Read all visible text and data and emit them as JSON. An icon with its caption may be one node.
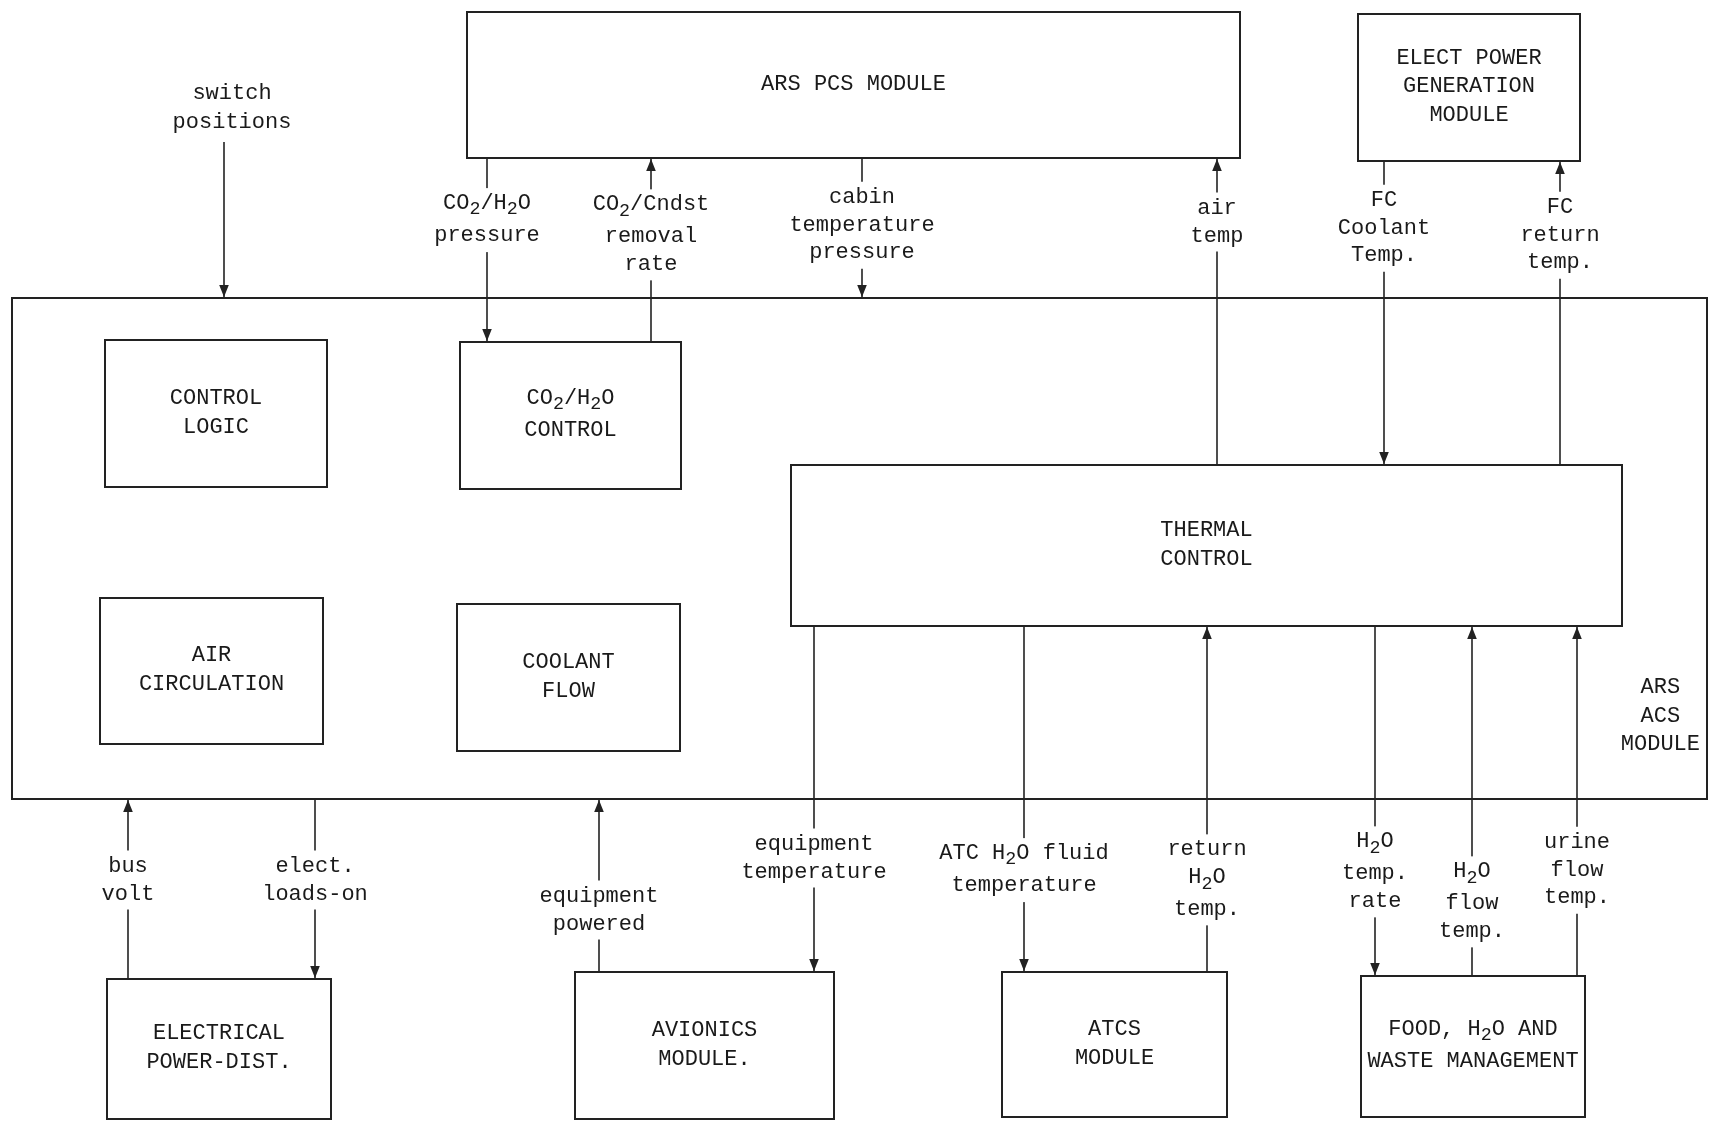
{
  "diagram": {
    "nodes": [
      {
        "text": [
          "ARS PCS MODULE"
        ]
      },
      {
        "text": [
          "ELECT POWER GENERATION MODULE"
        ]
      },
      {
        "text": [
          "switch positions"
        ]
      },
      {
        "text": [
          "ARS ACS MODULE"
        ]
      },
      {
        "text": [
          "CONTROL LOGIC"
        ],
        "in": 3
      },
      {
        "text": [
          "CO$_{2}$/H$_{2}$O CONTROL"
        ],
        "in": 3
      },
      {
        "text": [
          "THERMAL CONTROL"
        ],
        "in": 3
      },
      {
        "text": [
          "AIR CIRCULATION"
        ],
        "in": 3
      },
      {
        "text": [
          "COOLANT FLOW"
        ],
        "in": 3
      },
      {
        "text": [
          "ELECTRICAL POWER-DIST."
        ]
      },
      {
        "text": [
          "AVIONICS MODULE."
        ]
      },
      {
        "text": [
          "ATCS MODULE"
        ]
      },
      {
        "text": [
          "FOOD, H$_{2}$O AND WASTE MANAGEMENT"
        ]
      }
    ],
    "edges": [
      {
        "from": 2,
        "to": 3,
        "arrow": "to"
      },
      {
        "from": 0,
        "to": 5,
        "arrow": "to",
        "label": "CO$_{2}$/H$_{2}$O pressure"
      },
      {
        "from": 5,
        "to": 0,
        "arrow": "to",
        "label": "CO$_{2}$/Cndst removal rate"
      },
      {
        "from": 0,
        "to": 3,
        "arrow": "to",
        "label": "cabin temperature pressure"
      },
      {
        "from": 6,
        "to": 0,
        "arrow": "to",
        "label": "air temp"
      },
      {
        "from": 1,
        "to": 6,
        "arrow": "to",
        "label": "FC Coolant Temp."
      },
      {
        "from": 6,
        "to": 1,
        "arrow": "to",
        "label": "FC return temp."
      },
      {
        "from": 9,
        "to": 3,
        "arrow": "to",
        "label": "bus volt"
      },
      {
        "from": 3,
        "to": 9,
        "arrow": "to",
        "label": "elect. loads-on"
      },
      {
        "from": 10,
        "to": 3,
        "arrow": "to",
        "label": "equipment powered"
      },
      {
        "from": 6,
        "to": 10,
        "arrow": "to",
        "label": "equipment temperature"
      },
      {
        "from": 6,
        "to": 11,
        "arrow": "to",
        "label": "ATC H$_{2}$O fluid temperature"
      },
      {
        "from": 11,
        "to": 6,
        "arrow": "to",
        "label": "return H$_{2}$O temp."
      },
      {
        "from": 6,
        "to": 12,
        "arrow": "to",
        "label": "H$_{2}$O temp. rate"
      },
      {
        "from": 12,
        "to": 6,
        "arrow": "to",
        "label": "H$_{2}$O flow temp."
      },
      {
        "from": 12,
        "to": 6,
        "arrow": "to",
        "label": "urine flow temp."
      }
    ]
  }
}
